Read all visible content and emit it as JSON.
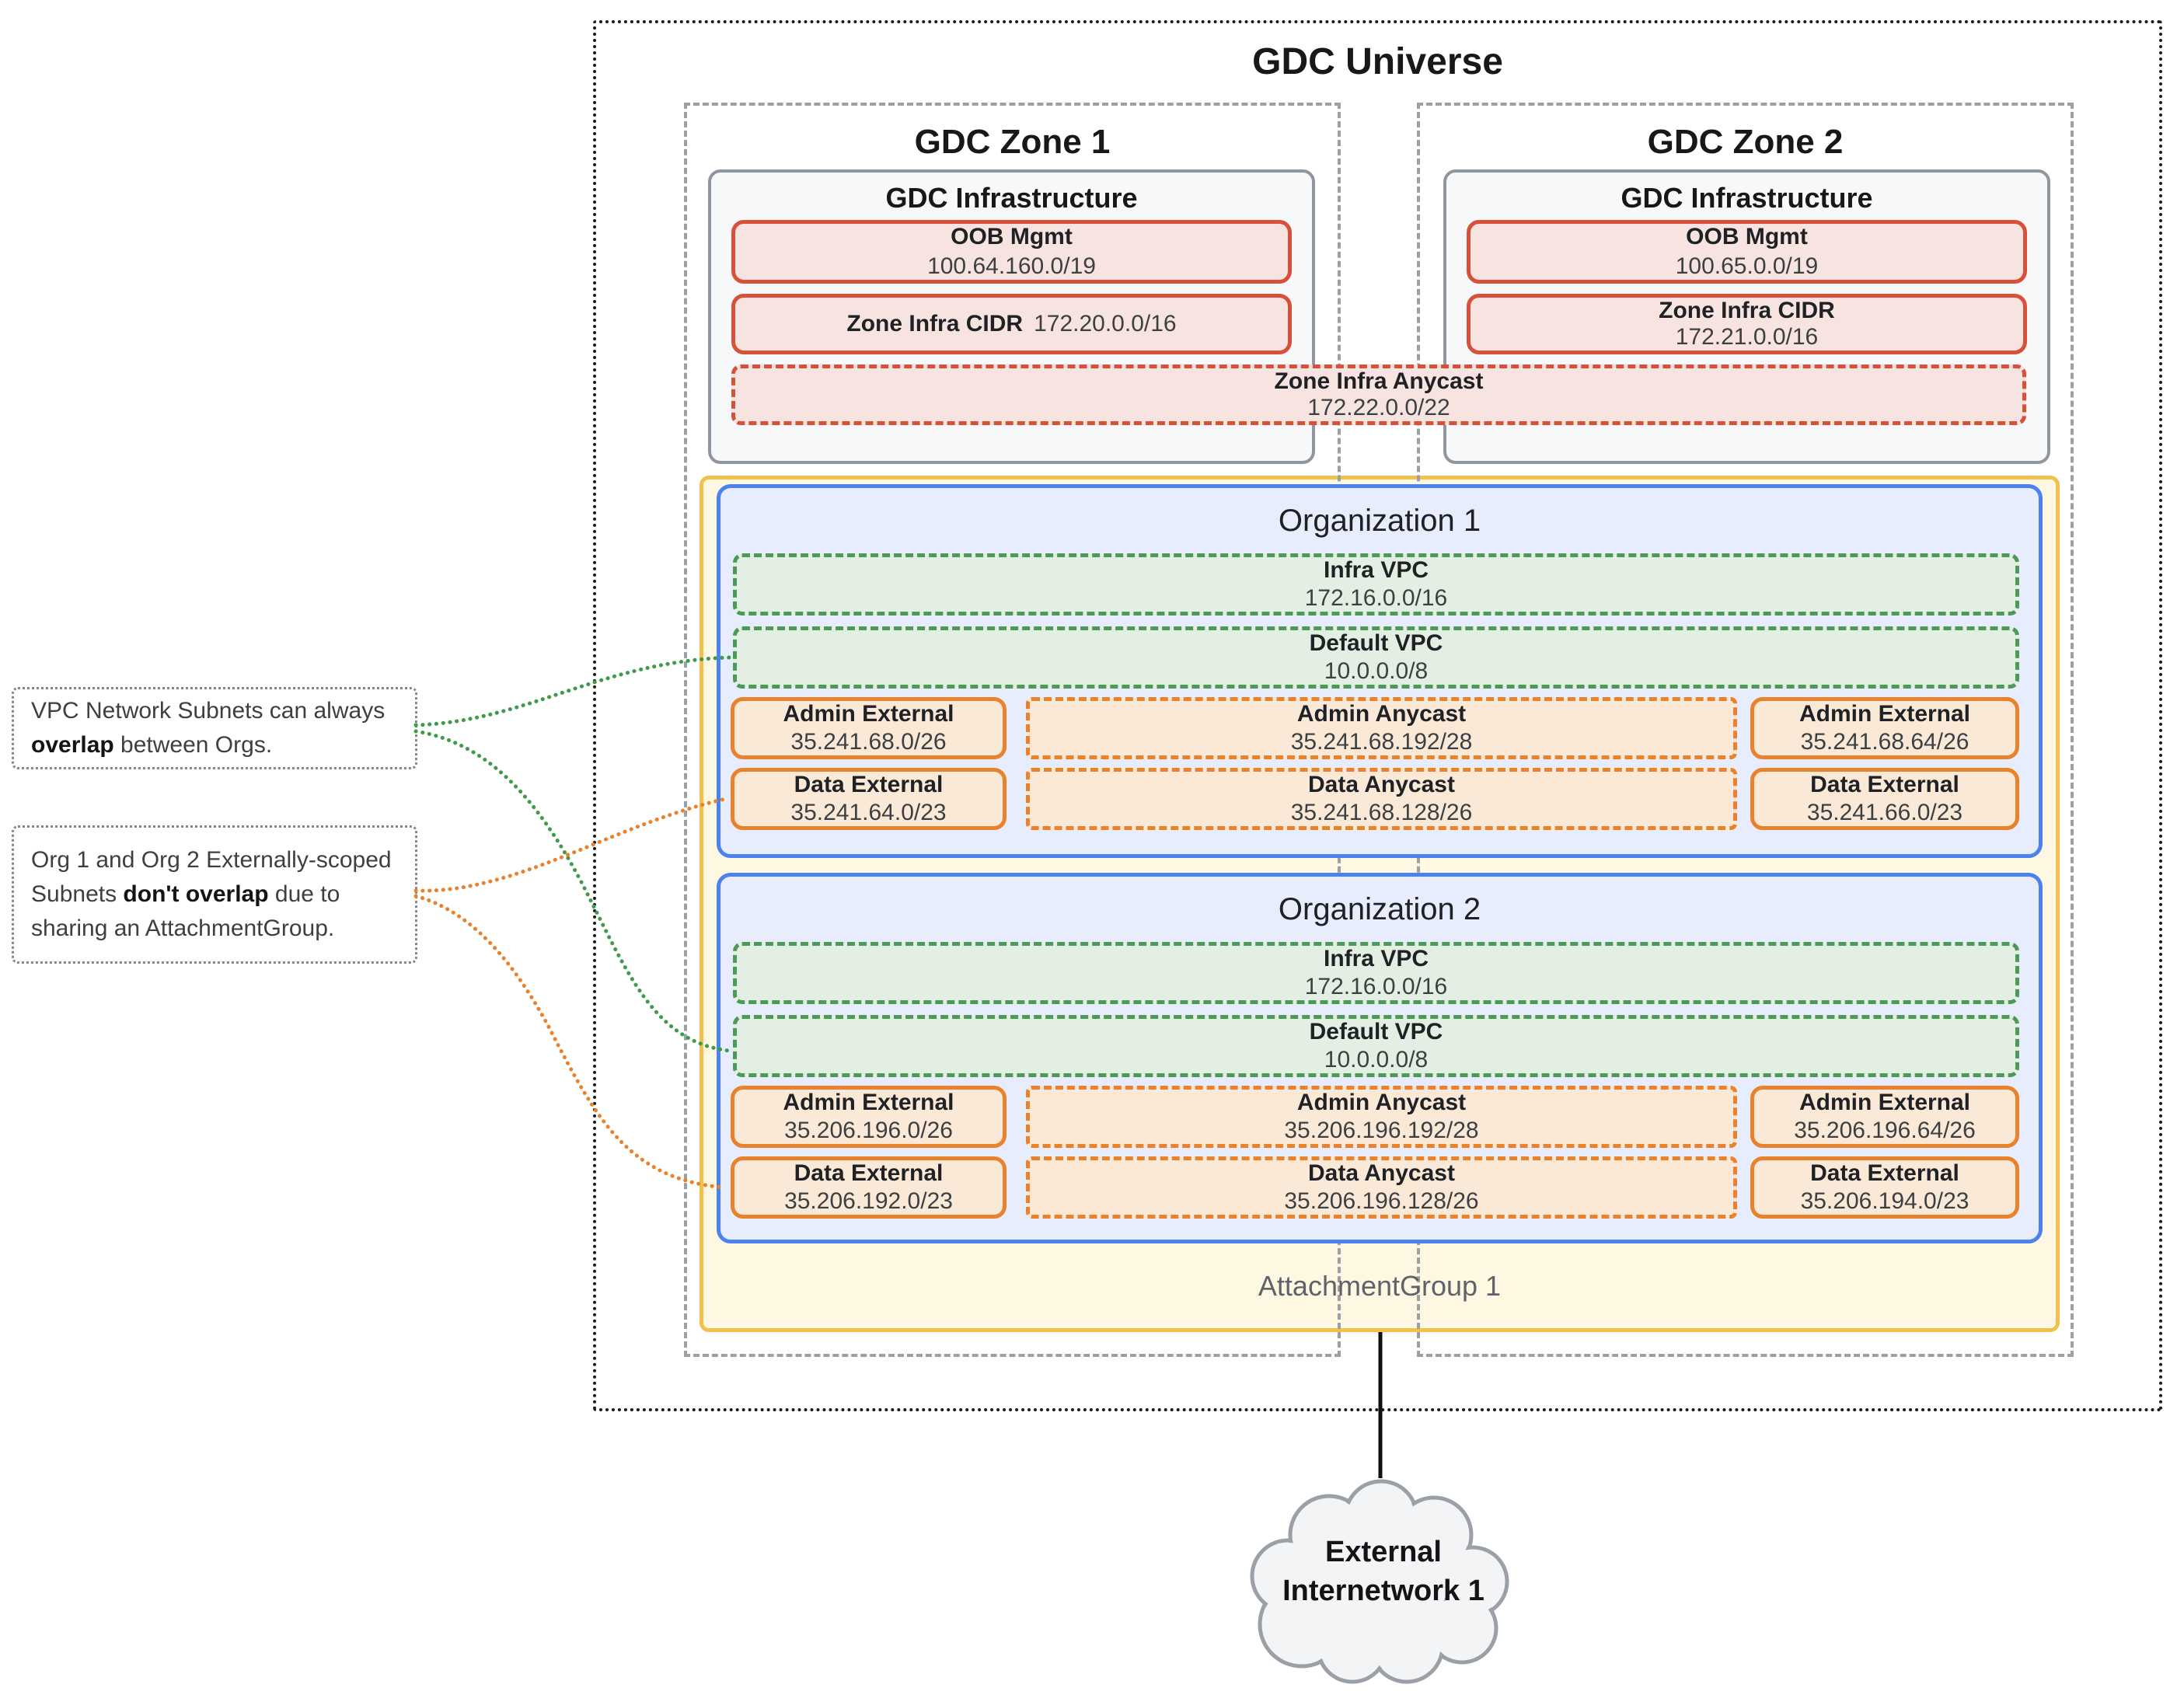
{
  "universe": {
    "title": "GDC Universe"
  },
  "zones": [
    {
      "title": "GDC Zone 1",
      "infrastructure_title": "GDC Infrastructure",
      "oob_mgmt": {
        "label": "OOB Mgmt",
        "cidr": "100.64.160.0/19"
      },
      "zone_infra_cidr": {
        "label": "Zone Infra CIDR",
        "cidr": "172.20.0.0/16"
      }
    },
    {
      "title": "GDC Zone 2",
      "infrastructure_title": "GDC Infrastructure",
      "oob_mgmt": {
        "label": "OOB Mgmt",
        "cidr": "100.65.0.0/19"
      },
      "zone_infra_cidr": {
        "label": "Zone Infra CIDR",
        "cidr": "172.21.0.0/16"
      }
    }
  ],
  "zone_infra_anycast": {
    "label": "Zone Infra Anycast",
    "cidr": "172.22.0.0/22"
  },
  "organizations": [
    {
      "title": "Organization 1",
      "infra_vpc": {
        "label": "Infra VPC",
        "cidr": "172.16.0.0/16"
      },
      "default_vpc": {
        "label": "Default VPC",
        "cidr": "10.0.0.0/8"
      },
      "admin_external_left": {
        "label": "Admin External",
        "cidr": "35.241.68.0/26"
      },
      "admin_anycast": {
        "label": "Admin Anycast",
        "cidr": "35.241.68.192/28"
      },
      "admin_external_right": {
        "label": "Admin External",
        "cidr": "35.241.68.64/26"
      },
      "data_external_left": {
        "label": "Data External",
        "cidr": "35.241.64.0/23"
      },
      "data_anycast": {
        "label": "Data Anycast",
        "cidr": "35.241.68.128/26"
      },
      "data_external_right": {
        "label": "Data External",
        "cidr": "35.241.66.0/23"
      }
    },
    {
      "title": "Organization 2",
      "infra_vpc": {
        "label": "Infra VPC",
        "cidr": "172.16.0.0/16"
      },
      "default_vpc": {
        "label": "Default VPC",
        "cidr": "10.0.0.0/8"
      },
      "admin_external_left": {
        "label": "Admin External",
        "cidr": "35.206.196.0/26"
      },
      "admin_anycast": {
        "label": "Admin Anycast",
        "cidr": "35.206.196.192/28"
      },
      "admin_external_right": {
        "label": "Admin External",
        "cidr": "35.206.196.64/26"
      },
      "data_external_left": {
        "label": "Data External",
        "cidr": "35.206.192.0/23"
      },
      "data_anycast": {
        "label": "Data Anycast",
        "cidr": "35.206.196.128/26"
      },
      "data_external_right": {
        "label": "Data External",
        "cidr": "35.206.194.0/23"
      }
    }
  ],
  "attachment_group": {
    "label": "AttachmentGroup 1"
  },
  "external_cloud": {
    "line1": "External",
    "line2": "Internetwork 1"
  },
  "annotations": [
    {
      "pre": "VPC Network Subnets can always ",
      "bold": "overlap",
      "post": " between Orgs."
    },
    {
      "pre": "Org 1 and Org 2 Externally-scoped Subnets ",
      "bold": "don't overlap",
      "post": " due to sharing an AttachmentGroup."
    }
  ],
  "colors": {
    "red_border": "#D6503A",
    "red_fill": "#F7E3DF",
    "green_border": "#4C9A57",
    "green_fill": "#E3EFE2",
    "orange_border": "#E8822D",
    "orange_fill": "#FBE9D8",
    "blue_border": "#4C82EF",
    "blue_fill": "#E7EDFC",
    "yellow_border": "#F2C14D",
    "yellow_fill": "#FEF8E3",
    "gray_border": "#9096A0",
    "gray_fill": "#F7F8F9",
    "green_connector": "#3F9B4C",
    "orange_connector": "#E8822D"
  }
}
